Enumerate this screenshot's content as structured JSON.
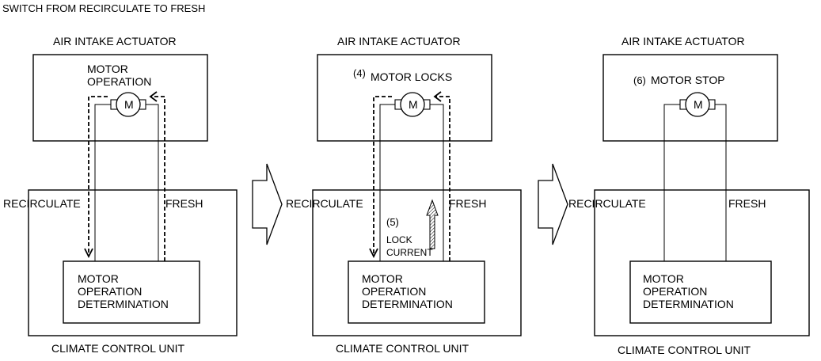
{
  "title": "SWITCH FROM RECIRCULATE TO FRESH",
  "panels": [
    {
      "actuator_label": "AIR INTAKE ACTUATOR",
      "motor_status_line1": "MOTOR",
      "motor_status_line2": "OPERATION",
      "motor_symbol": "M",
      "left_label": "RECIRCULATE",
      "right_label": "FRESH",
      "determination_line1": "MOTOR",
      "determination_line2": "OPERATION",
      "determination_line3": "DETERMINATION",
      "unit_label": "CLIMATE CONTROL UNIT"
    },
    {
      "actuator_label": "AIR INTAKE ACTUATOR",
      "motor_status_number": "(4)",
      "motor_status_line1": "MOTOR LOCKS",
      "motor_symbol": "M",
      "left_label": "RECIRCULATE",
      "right_label": "FRESH",
      "lock_number": "(5)",
      "lock_line1": "LOCK",
      "lock_line2": "CURRENT",
      "determination_line1": "MOTOR",
      "determination_line2": "OPERATION",
      "determination_line3": "DETERMINATION",
      "unit_label": "CLIMATE CONTROL UNIT"
    },
    {
      "actuator_label": "AIR INTAKE ACTUATOR",
      "motor_status_number": "(6)",
      "motor_status_line1": "MOTOR STOP",
      "motor_symbol": "M",
      "left_label": "RECIRCULATE",
      "right_label": "FRESH",
      "determination_line1": "MOTOR",
      "determination_line2": "OPERATION",
      "determination_line3": "DETERMINATION",
      "unit_label": "CLIMATE CONTROL UNIT"
    }
  ]
}
